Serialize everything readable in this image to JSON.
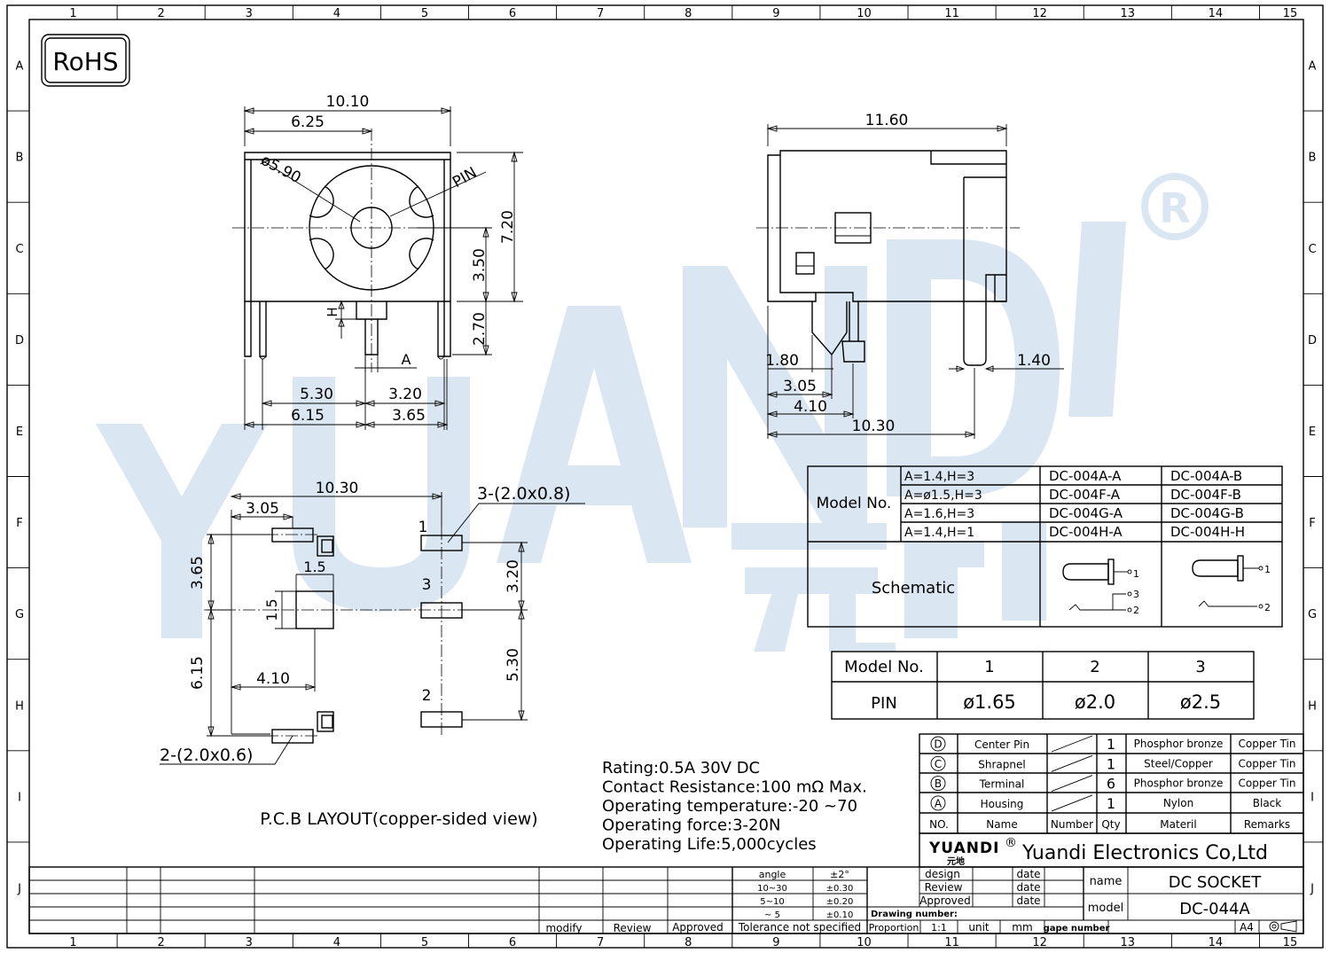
{
  "grid": {
    "cols": [
      "1",
      "2",
      "3",
      "4",
      "5",
      "6",
      "7",
      "8",
      "9",
      "10",
      "11",
      "12",
      "13",
      "14",
      "15"
    ],
    "rows": [
      "A",
      "B",
      "C",
      "D",
      "E",
      "F",
      "G",
      "H",
      "I",
      "J"
    ]
  },
  "watermark": {
    "text": "YUANDI",
    "mark": "®",
    "cn": "元地"
  },
  "rohs": "RoHS",
  "front_view": {
    "dims": {
      "w1010": "10.10",
      "w625": "6.25",
      "d590": "ø5.90",
      "pin": "PIN",
      "h720": "7.20",
      "h350": "3.50",
      "h270": "2.70",
      "h": "H",
      "a": "A",
      "w530": "5.30",
      "w320": "3.20",
      "w615": "6.15",
      "w365": "3.65"
    }
  },
  "side_view": {
    "dims": {
      "w1160": "11.60",
      "w180": "1.80",
      "w305": "3.05",
      "w410": "4.10",
      "w1030": "10.30",
      "w140": "1.40"
    }
  },
  "pcb": {
    "dims": {
      "w1030": "10.30",
      "w305": "3.05",
      "h365": "3.65",
      "sq15a": "1.5",
      "sq15b": "1.5",
      "h615": "6.15",
      "w410": "4.10",
      "h320": "3.20",
      "h530": "5.30",
      "slot3": "3-(2.0x0.8)",
      "slot2": "2-(2.0x0.6)",
      "p1": "1",
      "p2": "2",
      "p3": "3"
    },
    "caption": "P.C.B LAYOUT(copper-sided view)"
  },
  "model_table": {
    "label": "Model No.",
    "rows": [
      {
        "cond": "A=1.4,H=3",
        "a": "DC-004A-A",
        "b": "DC-004A-B"
      },
      {
        "cond": "A=ø1.5,H=3",
        "a": "DC-004F-A",
        "b": "DC-004F-B"
      },
      {
        "cond": "A=1.6,H=3",
        "a": "DC-004G-A",
        "b": "DC-004G-B"
      },
      {
        "cond": "A=1.4,H=1",
        "a": "DC-004H-A",
        "b": "DC-004H-H"
      }
    ],
    "schematic_label": "Schematic",
    "sch_pins": {
      "a1": "1",
      "a3": "3",
      "a2": "2",
      "b1": "1",
      "b2": "2"
    }
  },
  "pin_table": {
    "header": [
      "Model No.",
      "1",
      "2",
      "3"
    ],
    "row": [
      "PIN",
      "ø1.65",
      "ø2.0",
      "ø2.5"
    ]
  },
  "specs": [
    "Rating:0.5A 30V DC",
    "Contact Resistance:100 mΩ Max.",
    "Operating temperature:-20 ~70",
    "Operating force:3-20N",
    "Operating Life:5,000cycles"
  ],
  "bom": {
    "rows": [
      {
        "no": "D",
        "name": "Center Pin",
        "qty": "1",
        "mat": "Phosphor bronze",
        "rem": "Copper Tin"
      },
      {
        "no": "C",
        "name": "Shrapnel",
        "qty": "1",
        "mat": "Steel/Copper",
        "rem": "Copper Tin"
      },
      {
        "no": "B",
        "name": "Terminal",
        "qty": "6",
        "mat": "Phosphor bronze",
        "rem": "Copper Tin"
      },
      {
        "no": "A",
        "name": "Housing",
        "qty": "1",
        "mat": "Nylon",
        "rem": "Black"
      }
    ],
    "header": {
      "no": "NO.",
      "name": "Name",
      "number": "Number",
      "qty": "Qty",
      "mat": "Materil",
      "rem": "Remarks"
    }
  },
  "company": {
    "brand": "YUANDI",
    "reg": "®",
    "sub": "元地",
    "name": "Yuandi Electronics Co,Ltd"
  },
  "title_block": {
    "angle": "angle",
    "angle_tol": "±2°",
    "r1": "10~30",
    "r1t": "±0.30",
    "r2": "5~10",
    "r2t": "±0.20",
    "r3": "~ 5",
    "r3t": "±0.10",
    "tolerance": "Tolerance not specified",
    "modify": "modify",
    "review": "Review",
    "approved": "Approved",
    "design": "design",
    "review2": "Review",
    "approved2": "Approved",
    "date1": "date",
    "date2": "date",
    "date3": "date",
    "drawing_number": "Drawing number:",
    "proportion": "Proportion",
    "ratio": "1:1",
    "unit": "unit",
    "mm": "mm",
    "gape": "gape number",
    "name_label": "name",
    "name_value": "DC SOCKET",
    "model_label": "model",
    "model_value": "DC-044A",
    "paper": "A4"
  }
}
